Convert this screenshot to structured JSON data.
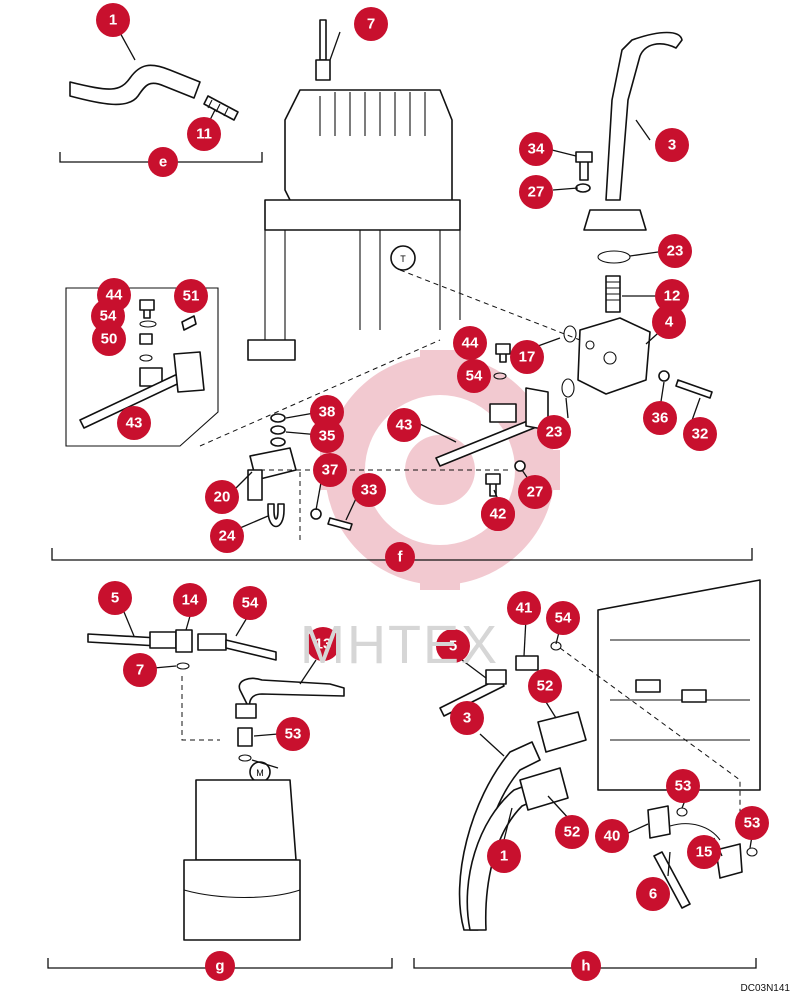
{
  "watermark": "MHTEX",
  "reference_code": "DC03N141",
  "sections": [
    "e",
    "f",
    "g",
    "h"
  ],
  "callouts": {
    "e": [
      "1",
      "11"
    ],
    "f": [
      "7",
      "3",
      "34",
      "27",
      "23",
      "12",
      "4",
      "44",
      "51",
      "54",
      "50",
      "43",
      "38",
      "35",
      "37",
      "33",
      "20",
      "24",
      "17",
      "36",
      "32",
      "42"
    ],
    "g": [
      "5",
      "14",
      "54",
      "7",
      "13",
      "53"
    ],
    "h": [
      "41",
      "40",
      "52",
      "1",
      "15",
      "6"
    ]
  },
  "marker_labels": [
    "T",
    "M"
  ]
}
